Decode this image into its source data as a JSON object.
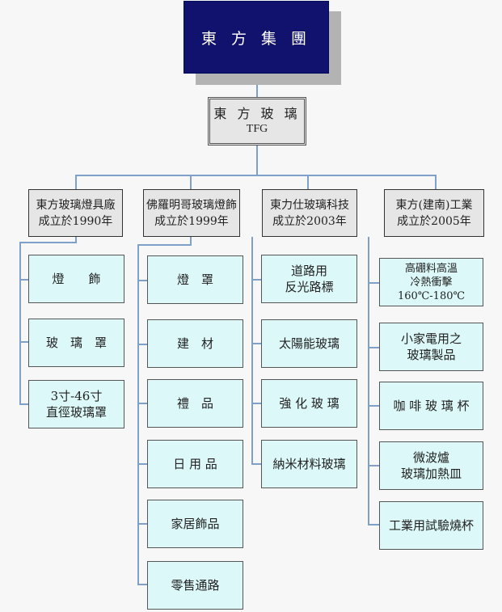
{
  "top": {
    "title": "東 方 集 團"
  },
  "group": {
    "name": "東 方 玻 璃",
    "sub": "TFG"
  },
  "divisions": [
    {
      "title": "東方玻璃燈具廠\n成立於1990年",
      "products": [
        "燈　　飾",
        "玻　璃　罩",
        "3寸-46寸\n直徑玻璃罩"
      ]
    },
    {
      "title": "佛羅明哥玻璃燈飾\n成立於1999年",
      "products": [
        "燈　罩",
        "建　材",
        "禮　品",
        "日 用 品",
        "家居飾品",
        "零售通路"
      ]
    },
    {
      "title": "東力仕玻璃科技\n成立於2003年",
      "products": [
        "道路用\n反光路標",
        "太陽能玻璃",
        "強 化 玻 璃",
        "納米材料玻璃"
      ]
    },
    {
      "title": "東方(建南)工業\n成立於2005年",
      "products": [
        "高硼料高溫\n冷熱衝擊\n160℃-180℃",
        "小家電用之\n玻璃製品",
        "咖 啡 玻 璃 杯",
        "微波爐\n玻璃加熱皿",
        "工業用試驗燒杯"
      ]
    }
  ],
  "colors": {
    "top_fill": "#10126e",
    "header_fill": "#e6e6e6",
    "product_fill": "#dcf8f8",
    "connector": "#7fa0c8"
  }
}
